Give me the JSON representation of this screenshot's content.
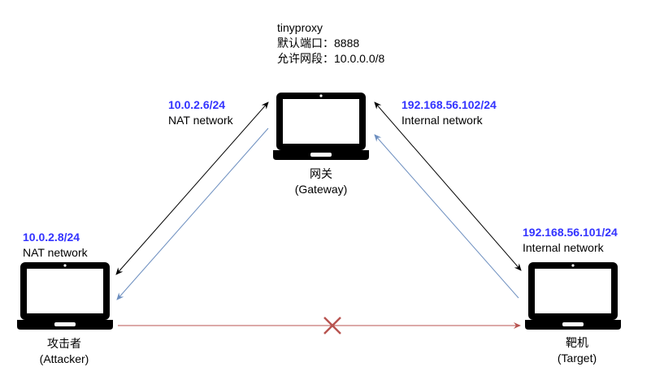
{
  "gateway": {
    "proxy_name": "tinyproxy",
    "default_port": "默认端口：8888",
    "allowed_net": "允许网段：10.0.0.0/8",
    "name": "网关",
    "name_en": "(Gateway)"
  },
  "attacker": {
    "ip": "10.0.2.8/24",
    "network": "NAT network",
    "name": "攻击者",
    "name_en": "(Attacker)"
  },
  "target": {
    "ip": "192.168.56.101/24",
    "network": "Internal network",
    "name": "靶机",
    "name_en": "(Target)"
  },
  "gateway_nat": {
    "ip": "10.0.2.6/24",
    "network": "NAT network"
  },
  "gateway_internal": {
    "ip": "192.168.56.102/24",
    "network": "Internal network"
  },
  "colors": {
    "black_link": "#000000",
    "blue_link": "#6c8ebf",
    "red_link": "#b85450",
    "blocked_mark": "#b85450",
    "ip_text": "#3333ff",
    "laptop": "#000000"
  },
  "icons": [
    "laptop-icon",
    "blocked-x-icon"
  ]
}
